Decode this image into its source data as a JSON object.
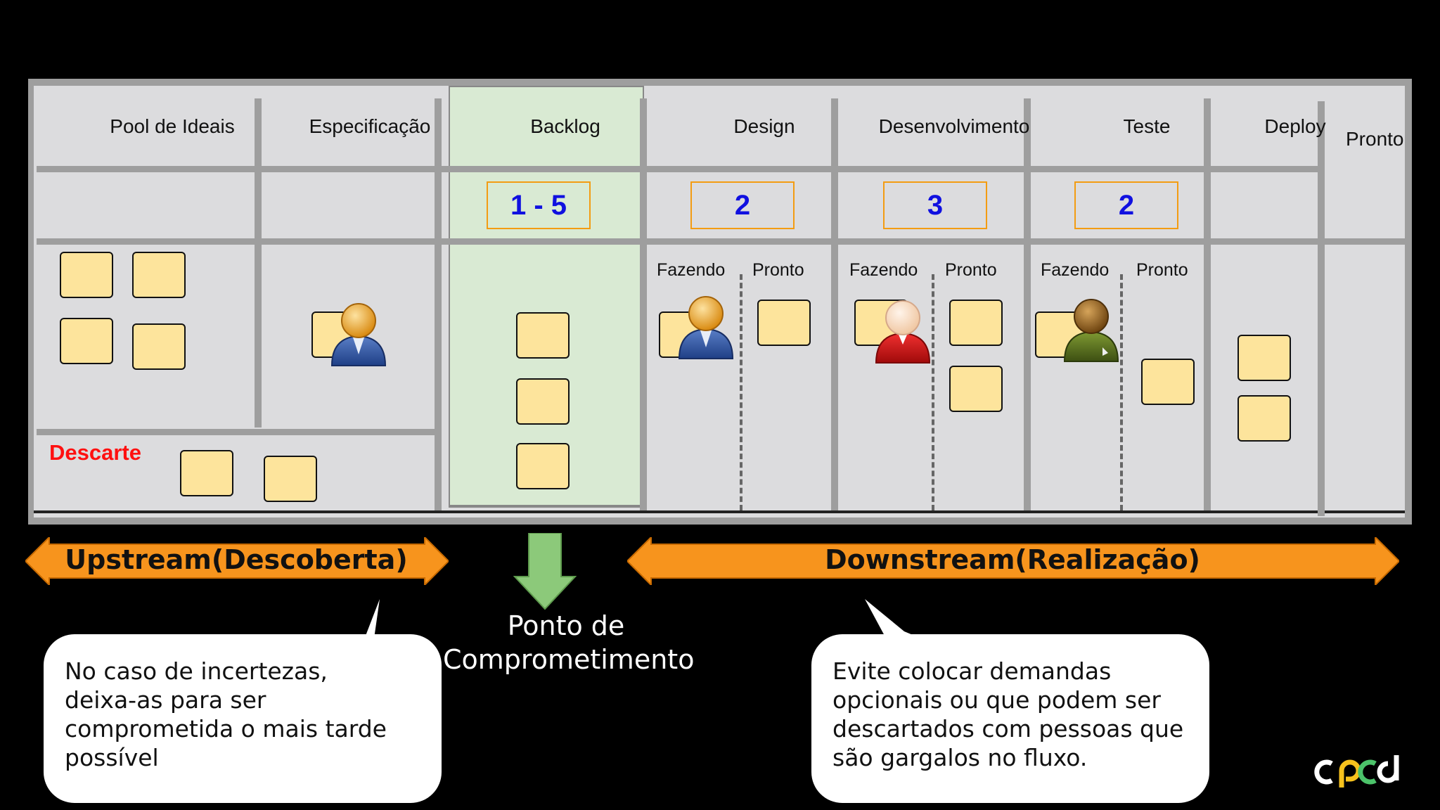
{
  "board": {
    "columns": [
      {
        "title": "Pool de Ideais"
      },
      {
        "title": "Especificação"
      },
      {
        "title": "Backlog"
      },
      {
        "title": "Design"
      },
      {
        "title": "Desenvolvimento"
      },
      {
        "title": "Teste"
      },
      {
        "title": "Deploy"
      },
      {
        "title": "Pronto"
      }
    ],
    "wip_limits": {
      "backlog": "1 - 5",
      "design": "2",
      "desenvolvimento": "3",
      "teste": "2"
    },
    "sub_columns": {
      "doing": "Fazendo",
      "done": "Pronto"
    },
    "descarte": "Descarte"
  },
  "flow": {
    "upstream": "Upstream(Descoberta)",
    "downstream": "Downstream(Realização)",
    "commitment_point": "Ponto de Comprometimento"
  },
  "callouts": {
    "left": "No caso de incertezas, deixa-as para ser comprometida o mais tarde possível",
    "right": "Evite colocar demandas opcionais ou que podem ser descartados com pessoas que são gargalos no fluxo."
  },
  "colors": {
    "background": "#000000",
    "board": "#dcdcde",
    "backlog": "#d9ead3",
    "card": "#fde49c",
    "wip_border": "#f39c12",
    "wip_text": "#1010e0",
    "band": "#f7941d",
    "commit_arrow": "#8cc97a",
    "descarte": "#ff1010"
  },
  "people": [
    {
      "column": "Especificação",
      "shirt": "blue"
    },
    {
      "column": "Design",
      "shirt": "blue"
    },
    {
      "column": "Desenvolvimento",
      "shirt": "red"
    },
    {
      "column": "Teste",
      "shirt": "olive"
    }
  ]
}
